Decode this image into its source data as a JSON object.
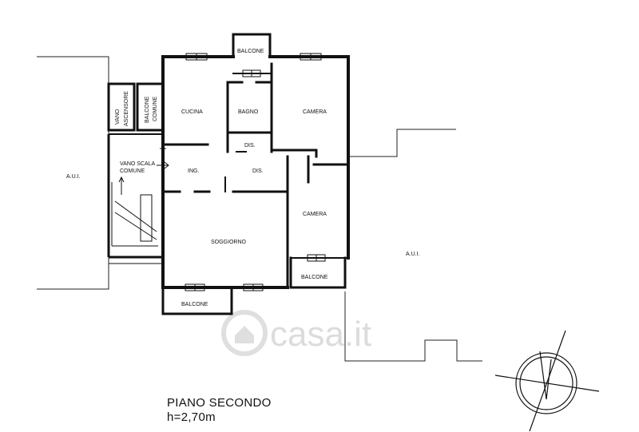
{
  "plan": {
    "floor_title": "PIANO SECONDO",
    "floor_height": "h=2,70m",
    "watermark": "casa.it",
    "rooms": {
      "cucina": "CUCINA",
      "bagno": "BAGNO",
      "camera_top": "CAMERA",
      "camera_right": "CAMERA",
      "dis_small": "DIS.",
      "ing": "ING.",
      "dis": "DIS.",
      "soggiorno": "SOGGIORNO",
      "balcone_top": "BALCONE",
      "balcone_right": "BALCONE",
      "balcone_bottom": "BALCONE",
      "balcone_comune_line1": "BALCONE",
      "balcone_comune_line2": "COMUNE",
      "vano_ascensore_line1": "VANO",
      "vano_ascensore_line2": "ASCENSORE",
      "vano_scala_line1": "VANO SCALA",
      "vano_scala_line2": "COMUNE",
      "aui_left": "A.U.I.",
      "aui_right": "A.U.I."
    }
  }
}
